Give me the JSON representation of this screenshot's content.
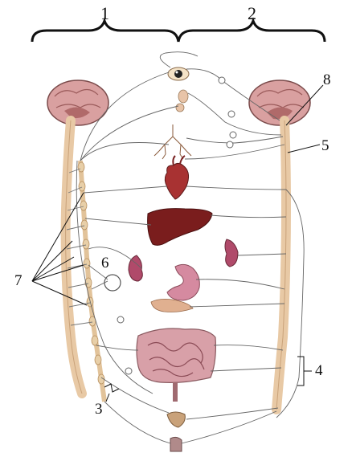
{
  "labels": {
    "l1": "1",
    "l2": "2",
    "l3": "3",
    "l4": "4",
    "l5": "5",
    "l6": "6",
    "l7": "7",
    "l8": "8"
  },
  "colors": {
    "brain": "#d9a0a0",
    "brain_inner": "#b06a6a",
    "spine": "#f2d6b8",
    "nerve": "#666666",
    "heart": "#a83232",
    "liver": "#7a1d1d",
    "kidney": "#b04a6a",
    "stomach": "#d58aa0",
    "intestine": "#d8a0a8",
    "bladder": "#c9a27a"
  }
}
